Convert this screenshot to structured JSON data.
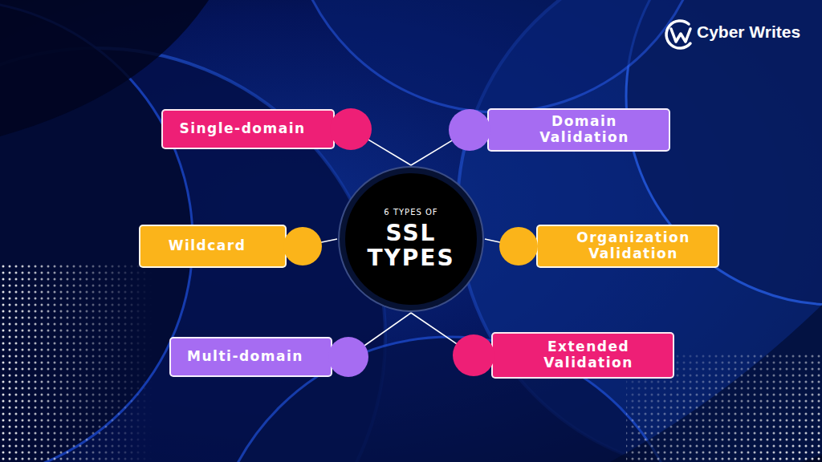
{
  "diagram": {
    "nodes": [
      {
        "text": [
          "Single-domain"
        ]
      },
      {
        "text": [
          "Domain Validation"
        ]
      },
      {
        "text": [
          "Wildcard"
        ]
      },
      {
        "text": [
          "6 TYPES OF",
          "SSL TYPES"
        ]
      },
      {
        "text": [
          "Organization Validation"
        ]
      },
      {
        "text": [
          "Multi-domain"
        ]
      },
      {
        "text": [
          "Extended Validation"
        ]
      }
    ],
    "edges": [
      {
        "from": 3,
        "to": 0,
        "arrow": "none"
      },
      {
        "from": 3,
        "to": 1,
        "arrow": "none"
      },
      {
        "from": 3,
        "to": 2,
        "arrow": "none"
      },
      {
        "from": 3,
        "to": 4,
        "arrow": "none"
      },
      {
        "from": 3,
        "to": 5,
        "arrow": "none"
      },
      {
        "from": 3,
        "to": 6,
        "arrow": "none"
      }
    ],
    "labels": [
      "Cyber Writes"
    ]
  }
}
